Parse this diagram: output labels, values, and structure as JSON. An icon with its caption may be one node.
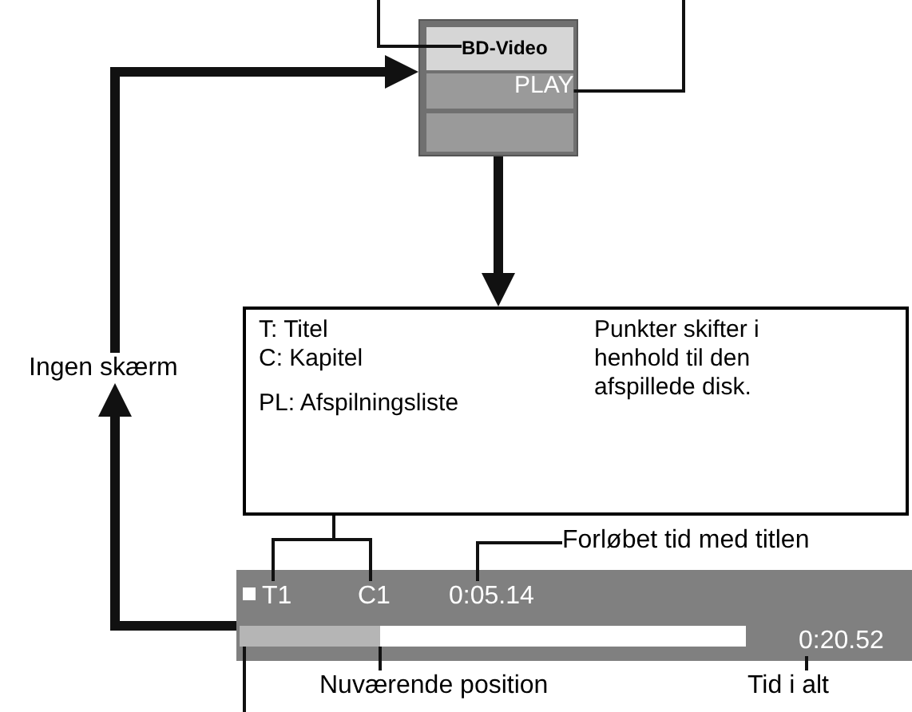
{
  "diagram": {
    "nodes": [
      {
        "text": [],
        "shape": "box"
      },
      {
        "text": [
          "BD-Video"
        ],
        "in": 0
      },
      {
        "text": [
          "PLAY"
        ],
        "in": 0
      },
      {
        "text": [
          "Ingen skærm"
        ]
      },
      {
        "text": [
          "T: Titel",
          "C: Kapitel",
          "PL: Afspilningsliste",
          "Punkter skifter i henhold til den afspillede disk."
        ]
      },
      {
        "text": [
          "Forløbet tid med titlen"
        ]
      },
      {
        "text": [],
        "shape": "bar"
      },
      {
        "text": [
          "T1"
        ],
        "in": 6
      },
      {
        "text": [
          "C1"
        ],
        "in": 6
      },
      {
        "text": [
          "0:05.14"
        ],
        "in": 6
      },
      {
        "text": [],
        "shape": "bar",
        "in": 6
      },
      {
        "text": [
          "0:20.52"
        ],
        "in": 6
      },
      {
        "text": [
          "Nuværende position"
        ]
      },
      {
        "text": [
          "Tid i alt"
        ]
      }
    ],
    "edges": [
      {
        "from": null,
        "to": 1,
        "arrow": "none"
      },
      {
        "from": null,
        "to": 2,
        "arrow": "none"
      },
      {
        "from": 0,
        "to": 4,
        "arrow": "to",
        "style": "thick"
      },
      {
        "from": 6,
        "to": 3,
        "arrow": "to",
        "style": "thick"
      },
      {
        "from": 3,
        "to": 0,
        "arrow": "to",
        "style": "thick"
      },
      {
        "from": 4,
        "to": 7,
        "arrow": "none"
      },
      {
        "from": 4,
        "to": 8,
        "arrow": "none"
      },
      {
        "from": 5,
        "to": 9,
        "arrow": "none"
      },
      {
        "from": 12,
        "to": 10,
        "arrow": "none"
      },
      {
        "from": 13,
        "to": 11,
        "arrow": "none"
      },
      {
        "from": 10,
        "to": null,
        "arrow": "none"
      }
    ]
  }
}
